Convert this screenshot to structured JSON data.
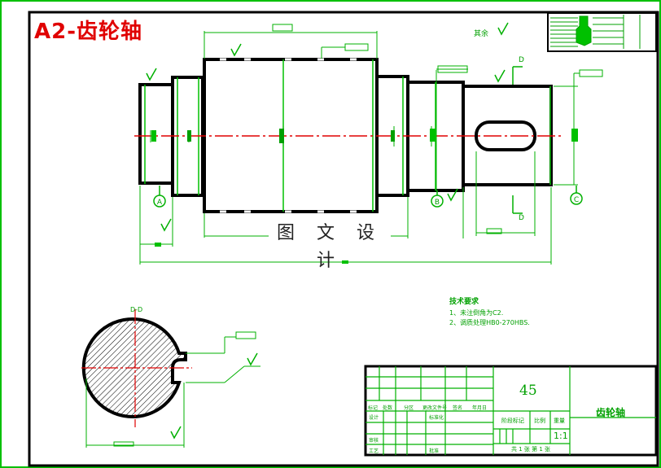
{
  "drawing": {
    "title": "A2-齿轮轴",
    "watermark": "图 文 设 计",
    "section_label": "D-D",
    "view_marker": "D",
    "datum_a": "A",
    "datum_b": "B",
    "datum_c": "C",
    "surface_rest": "其余"
  },
  "tech_requirements": {
    "heading": "技术要求",
    "items": [
      "1、未注倒角为C2.",
      "2、调质处理HB0-270HBS."
    ]
  },
  "title_block": {
    "material": "45",
    "part_name": "齿轮轴",
    "scale": "1:1",
    "scale_label": "比例",
    "weight_label": "重量",
    "stage_label": "阶段标记",
    "sheets": "共 1 张   第 1 张",
    "row_labels": [
      "标记",
      "处数",
      "分区",
      "更改文件号",
      "签名",
      "年月日"
    ],
    "left_labels": [
      "设计",
      "审核",
      "工艺"
    ],
    "std_label": "标准化",
    "approve_label": "批准"
  },
  "colors": {
    "line": "#00c000",
    "heavy": "#000000",
    "center": "#e00000",
    "dim": "#00b000",
    "hatch": "#000000"
  }
}
